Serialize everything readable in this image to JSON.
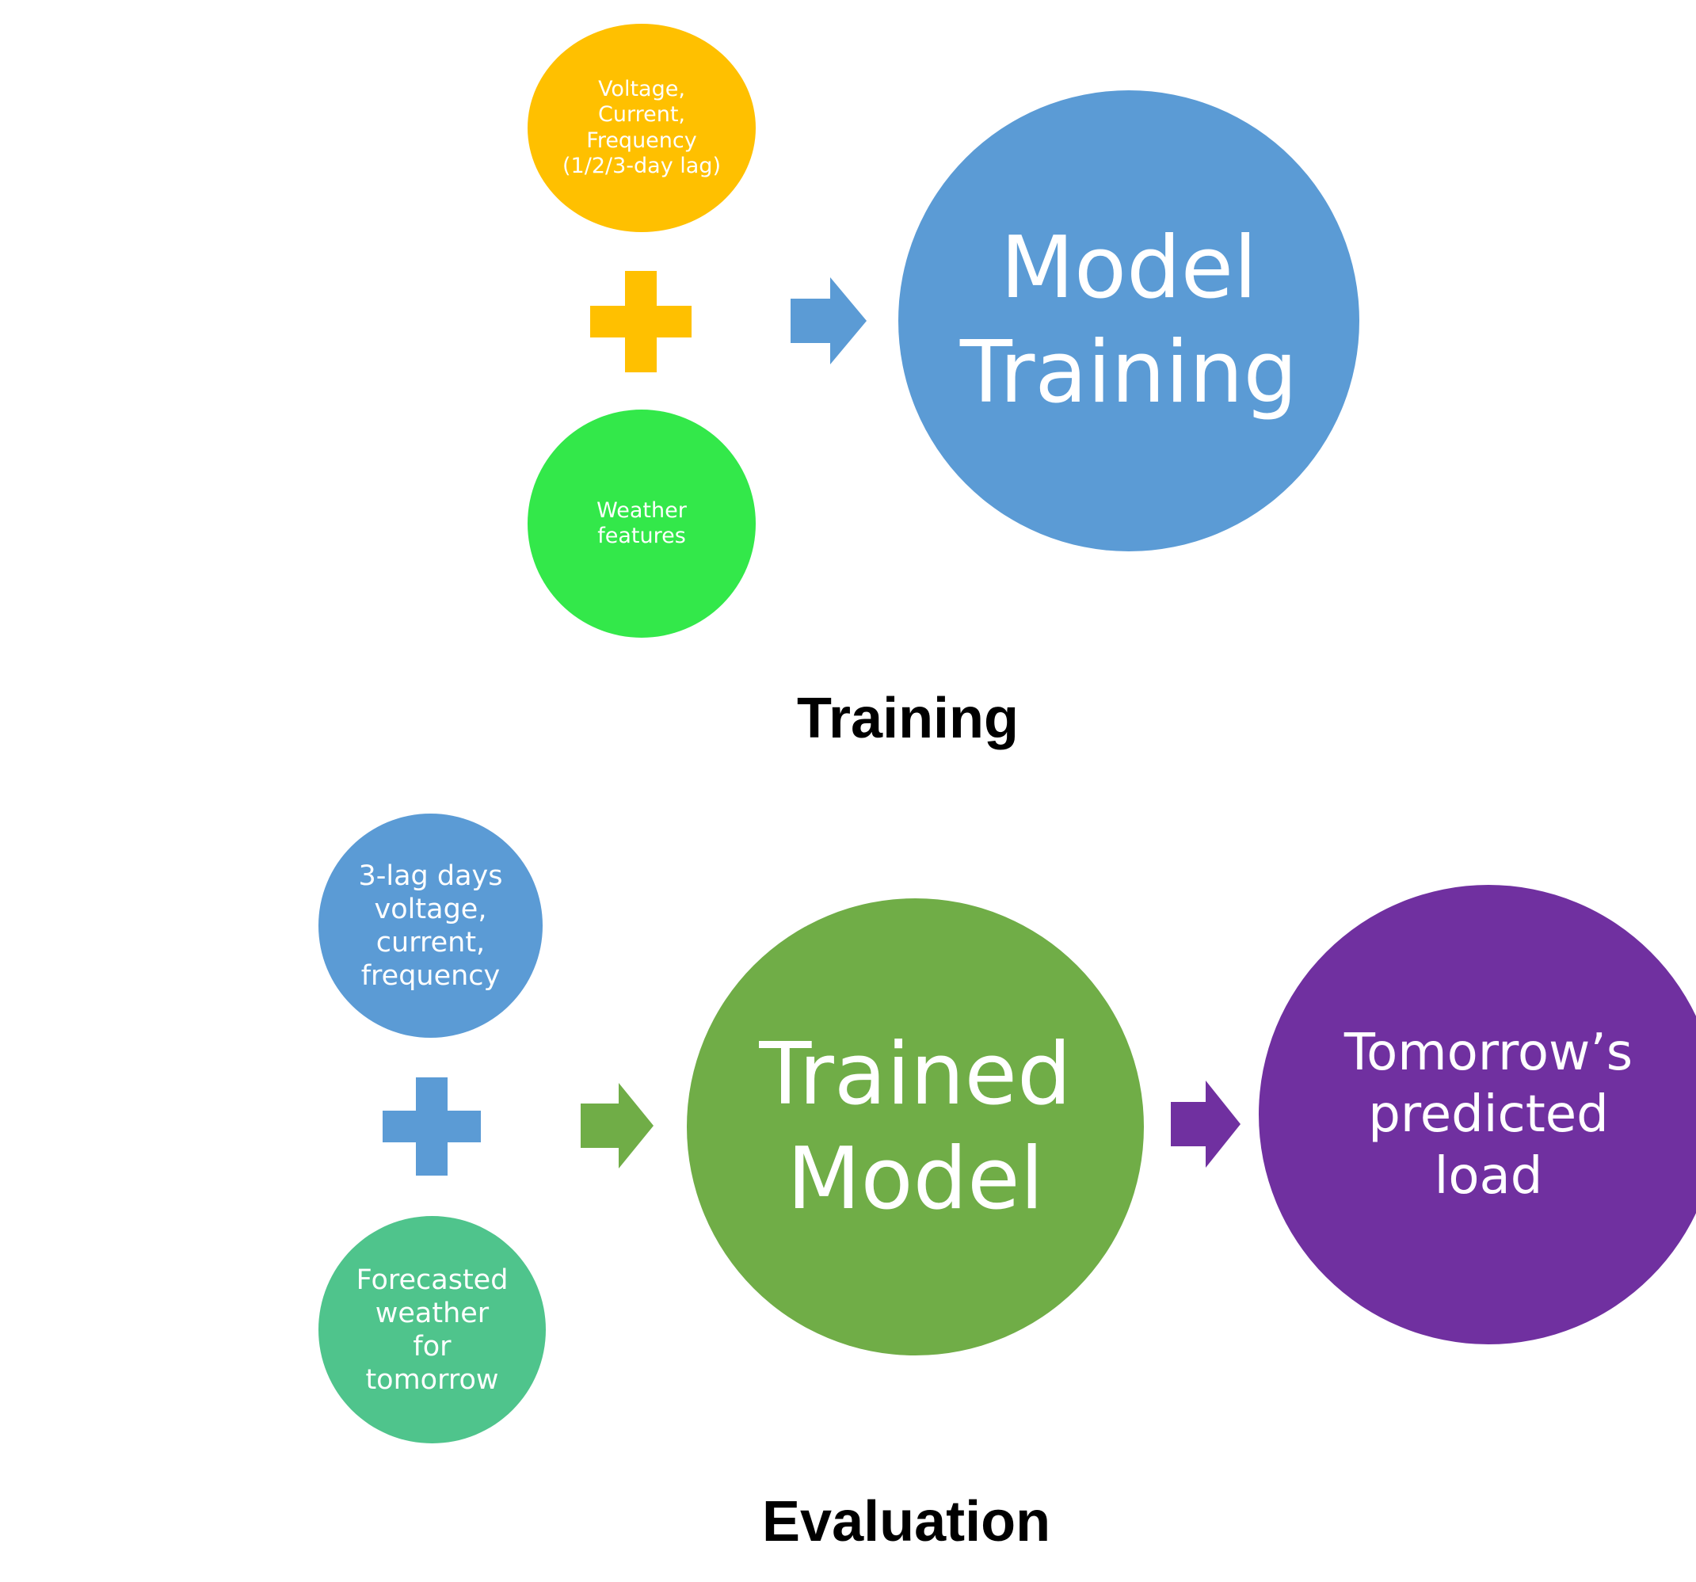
{
  "training": {
    "label": "Training",
    "input_lag": {
      "text": "Voltage,\nCurrent,\nFrequency\n(1/2/3-day lag)",
      "color": "#FFC000"
    },
    "input_weather": {
      "text": "Weather\nfeatures",
      "color": "#33E84A"
    },
    "output": {
      "text": "Model\nTraining",
      "color": "#5B9BD5"
    },
    "plus_color": "#FFC000",
    "arrow_color": "#5B9BD5"
  },
  "evaluation": {
    "label": "Evaluation",
    "input_lag": {
      "text": "3-lag days\nvoltage,\ncurrent,\nfrequency",
      "color": "#5B9BD5"
    },
    "input_weather": {
      "text": "Forecasted\nweather\nfor\ntomorrow",
      "color": "#4FC48C"
    },
    "model": {
      "text": "Trained\nModel",
      "color": "#70AD47"
    },
    "output": {
      "text": "Tomorrow’s\npredicted\nload",
      "color": "#7030A0"
    },
    "plus_color": "#5B9BD5",
    "arrow_model_color": "#70AD47",
    "arrow_output_color": "#7030A0"
  }
}
